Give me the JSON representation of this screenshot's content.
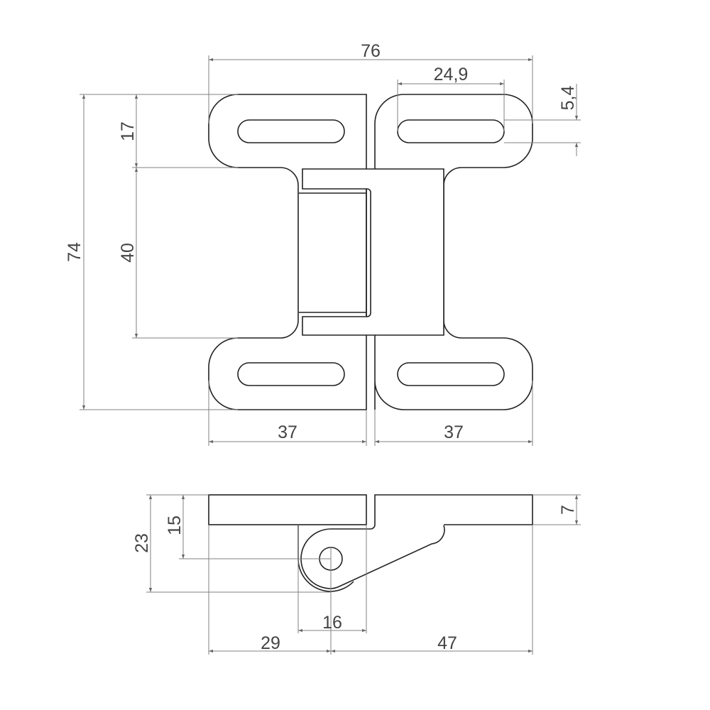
{
  "title": "Hinge technical drawing",
  "top_view": {
    "dimensions": {
      "overall_width": "76",
      "slot_length": "24,9",
      "slot_width": "5,4",
      "overall_height": "74",
      "lobe_height": "17",
      "middle_height": "40",
      "left_leaf_width": "37",
      "right_leaf_width": "37"
    }
  },
  "side_view": {
    "dimensions": {
      "plate_thickness": "7",
      "total_depth": "23",
      "pivot_depth": "15",
      "knuckle_width": "16",
      "left_to_pivot": "29",
      "pivot_to_right": "47"
    }
  },
  "colors": {
    "outline": "#222222",
    "dimension": "#808080",
    "text": "#444444"
  }
}
